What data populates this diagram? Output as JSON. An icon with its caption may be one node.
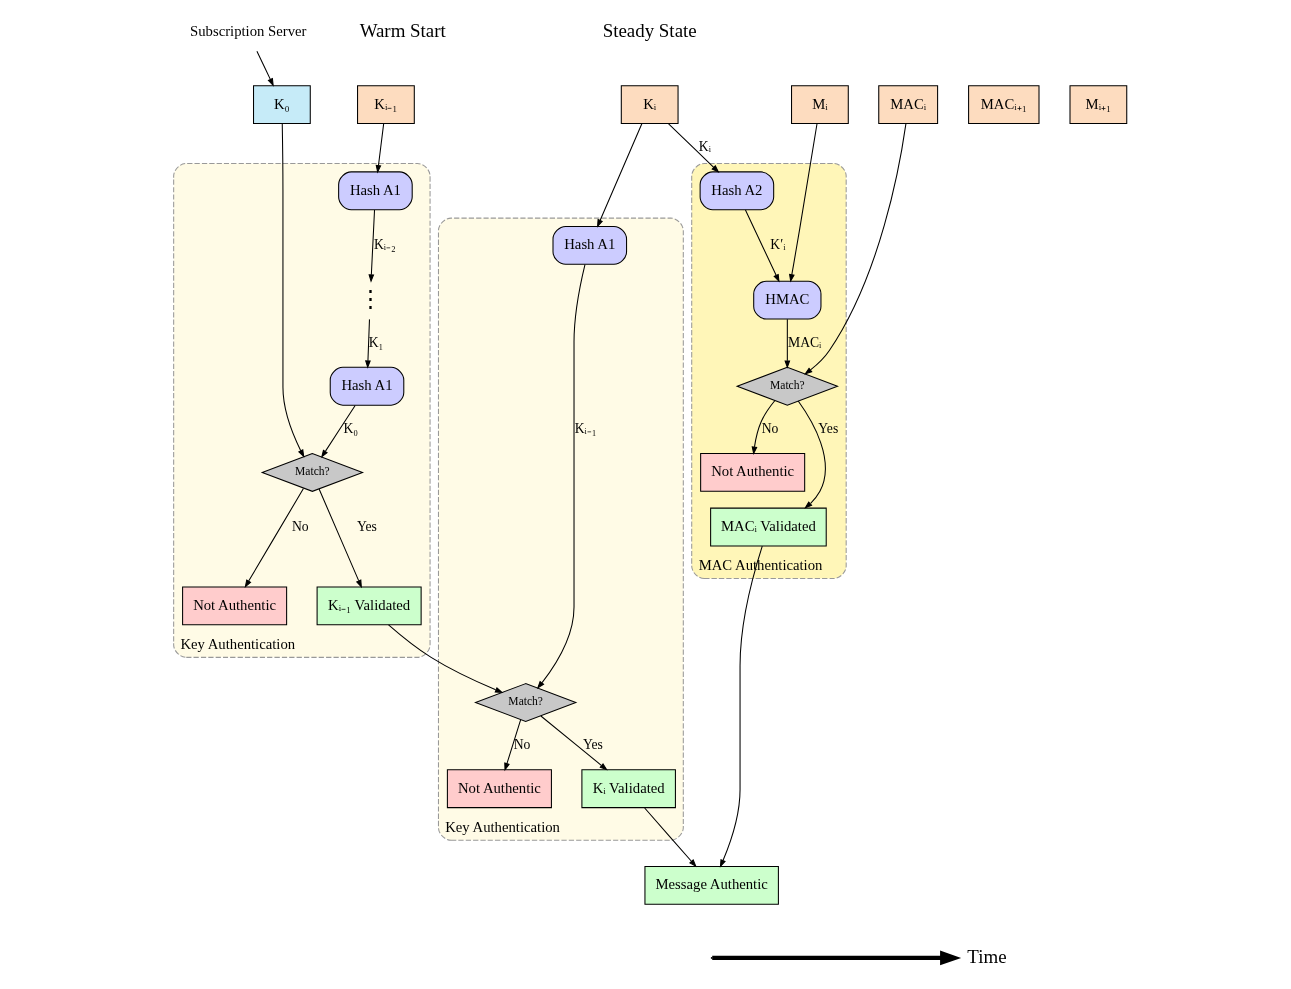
{
  "diagram": {
    "nodes": [
      {
        "text": [
          "Subscription Server"
        ]
      },
      {
        "text": [
          "K₀"
        ]
      },
      {
        "text": [
          "Kᵢ₋₁"
        ]
      },
      {
        "text": [
          "MACᵢ"
        ]
      },
      {
        "text": [
          "Mᵢ"
        ]
      },
      {
        "text": [
          "Key Authentication"
        ]
      },
      {
        "text": [
          "Hash A1"
        ],
        "in": 5
      },
      {
        "text": [
          "⋮"
        ],
        "in": 5
      },
      {
        "text": [
          "Hash A1"
        ],
        "in": 5
      },
      {
        "text": [
          "Match?"
        ],
        "in": 5
      },
      {
        "text": [
          "Not Authentic"
        ],
        "in": 5
      },
      {
        "text": [
          "Kᵢ₋₁ Validated"
        ],
        "in": 5
      },
      {
        "text": [
          "Kᵢ"
        ]
      },
      {
        "text": [
          "MACᵢ₊₁"
        ]
      },
      {
        "text": [
          "Mᵢ₊₁"
        ]
      },
      {
        "text": [
          "MAC Authentication"
        ]
      },
      {
        "text": [
          "Hash A2"
        ],
        "in": 15
      },
      {
        "text": [
          "HMAC"
        ],
        "in": 15
      },
      {
        "text": [
          "Match?"
        ],
        "in": 15
      },
      {
        "text": [
          "Not Authentic"
        ],
        "in": 15
      },
      {
        "text": [
          "MACᵢ Validated"
        ],
        "in": 15
      },
      {
        "text": [
          "Key Authentication"
        ]
      },
      {
        "text": [
          "Hash A1"
        ],
        "in": 21
      },
      {
        "text": [
          "Match?"
        ],
        "in": 21
      },
      {
        "text": [
          "Not Authentic"
        ],
        "in": 21
      },
      {
        "text": [
          "Kᵢ Validated"
        ],
        "in": 21
      },
      {
        "text": [
          "Message Authentic"
        ]
      }
    ],
    "edges": [
      {
        "from": 0,
        "to": 1,
        "arrow": "to"
      },
      {
        "from": 1,
        "to": 9,
        "arrow": "to"
      },
      {
        "from": 2,
        "to": 6,
        "arrow": "to"
      },
      {
        "from": 6,
        "to": 7,
        "arrow": "to",
        "label": "Kᵢ₋₂"
      },
      {
        "from": 7,
        "to": 8,
        "arrow": "to",
        "label": "K₁"
      },
      {
        "from": 8,
        "to": 9,
        "arrow": "to",
        "label": "K₀"
      },
      {
        "from": 3,
        "to": 18,
        "arrow": "to"
      },
      {
        "from": 4,
        "to": 17,
        "arrow": "to"
      },
      {
        "from": 9,
        "to": 10,
        "arrow": "to",
        "label": "No"
      },
      {
        "from": 9,
        "to": 11,
        "arrow": "to",
        "label": "Yes"
      },
      {
        "from": 12,
        "to": 16,
        "arrow": "to",
        "label": "Kᵢ"
      },
      {
        "from": 12,
        "to": 22,
        "arrow": "to"
      },
      {
        "from": 16,
        "to": 17,
        "arrow": "to",
        "label": "K′ᵢ"
      },
      {
        "from": 17,
        "to": 18,
        "arrow": "to",
        "label": "MACᵢ"
      },
      {
        "from": 18,
        "to": 19,
        "arrow": "to",
        "label": "No"
      },
      {
        "from": 18,
        "to": 20,
        "arrow": "to",
        "label": "Yes"
      },
      {
        "from": 22,
        "to": 23,
        "arrow": "to",
        "label": "Kᵢ₋₁"
      },
      {
        "from": 11,
        "to": 23,
        "arrow": "to"
      },
      {
        "from": 23,
        "to": 24,
        "arrow": "to",
        "label": "No"
      },
      {
        "from": 23,
        "to": 25,
        "arrow": "to",
        "label": "Yes"
      },
      {
        "from": 20,
        "to": 26,
        "arrow": "to"
      },
      {
        "from": 25,
        "to": 26,
        "arrow": "to"
      }
    ],
    "labels": [
      "Warm Start",
      "Steady State",
      "Time"
    ]
  }
}
